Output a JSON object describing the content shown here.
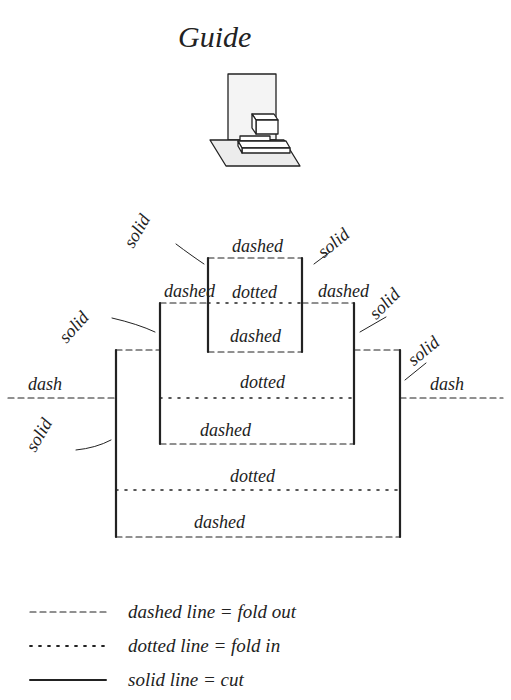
{
  "diagram": {
    "title": "Guide",
    "labels": [
      "solid",
      "dashed",
      "solid",
      "dashed",
      "dotted",
      "dashed",
      "solid",
      "solid",
      "dashed",
      "solid",
      "dash",
      "dotted",
      "dash",
      "dashed",
      "solid",
      "dotted",
      "dashed"
    ],
    "legend": [
      {
        "text": "dashed line = fold out"
      },
      {
        "text": "dotted line = fold in"
      },
      {
        "text": "solid line = cut"
      }
    ]
  }
}
